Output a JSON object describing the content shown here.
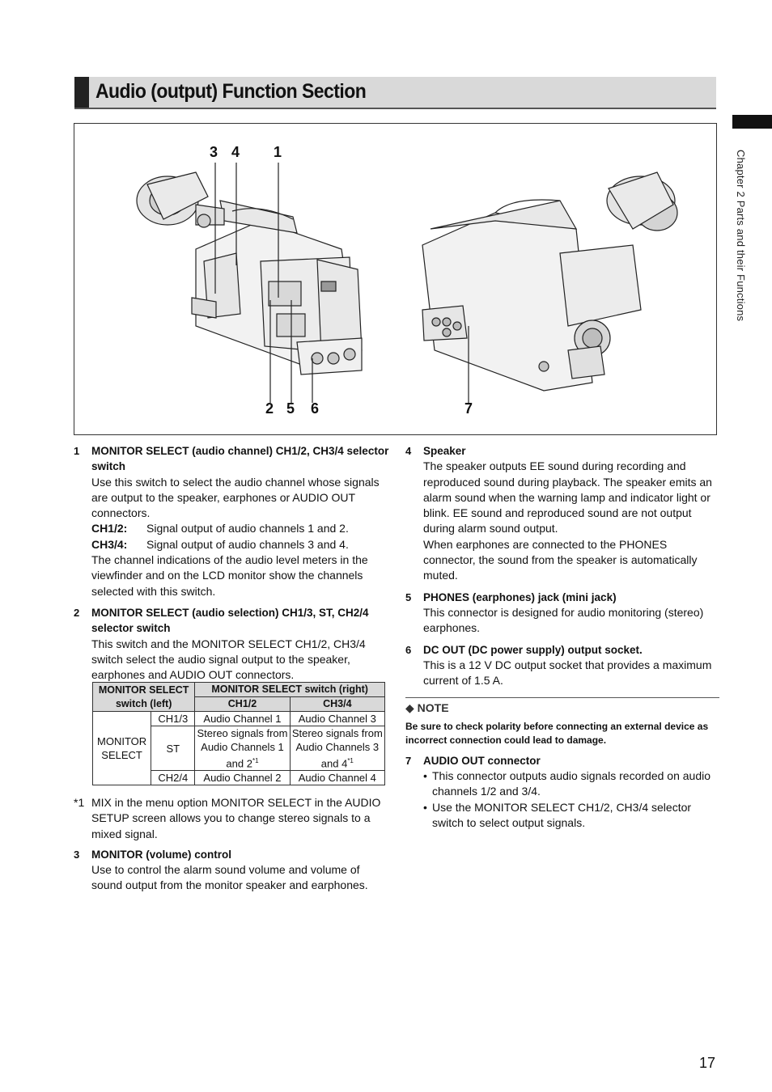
{
  "header": {
    "title": "Audio (output) Function Section"
  },
  "side": {
    "chapter": "Chapter 2  Parts and their Functions"
  },
  "figure": {
    "callouts_top": [
      "3",
      "4",
      "1"
    ],
    "callouts_bottom": [
      "2",
      "5",
      "6",
      "7"
    ]
  },
  "items": {
    "i1": {
      "num": "1",
      "head": "MONITOR SELECT (audio channel) CH1/2, CH3/4 selector switch",
      "body": "Use this switch to select the audio channel whose signals are output to the speaker, earphones or AUDIO OUT connectors.",
      "kv1_k": "CH1/2:",
      "kv1_v": "Signal output of audio channels 1 and 2.",
      "kv2_k": "CH3/4:",
      "kv2_v": "Signal output of audio channels 3 and 4.",
      "body2": "The channel indications of the audio level meters in the viewfinder and on the LCD monitor show the channels selected with this switch."
    },
    "i2": {
      "num": "2",
      "head": "MONITOR SELECT (audio selection) CH1/3, ST, CH2/4 selector switch",
      "body": "This switch and the MONITOR SELECT CH1/2, CH3/4 switch select the audio signal output to the speaker, earphones and AUDIO OUT connectors."
    },
    "i3": {
      "num": "3",
      "head": "MONITOR (volume) control",
      "body": "Use to control the alarm sound volume and volume of sound output from the monitor speaker and earphones."
    },
    "i4": {
      "num": "4",
      "head": "Speaker",
      "body": "The speaker outputs EE sound during recording and reproduced sound during playback. The speaker emits an alarm sound when the warning lamp and indicator light or blink. EE sound and reproduced sound are not output during alarm sound output.",
      "body2": "When earphones are connected to the PHONES connector, the sound from the speaker is automatically muted."
    },
    "i5": {
      "num": "5",
      "head": "PHONES (earphones) jack (mini jack)",
      "body": "This connector is designed for audio monitoring (stereo) earphones."
    },
    "i6": {
      "num": "6",
      "head": "DC OUT (DC power supply) output socket.",
      "body": "This is a 12 V DC output socket that provides a maximum current of 1.5 A."
    },
    "i7": {
      "num": "7",
      "head": "AUDIO OUT connector",
      "bullet1": "This connector outputs audio signals recorded on audio channels 1/2 and 3/4.",
      "bullet2": "Use the MONITOR SELECT CH1/2, CH3/4 selector switch to select output signals."
    }
  },
  "table": {
    "hdr_left": "MONITOR SELECT switch (left)",
    "hdr_right": "MONITOR SELECT switch (right)",
    "col_ch12": "CH1/2",
    "col_ch34": "CH3/4",
    "row_label": "MONITOR SELECT",
    "r1_label": "CH1/3",
    "r1_c1": "Audio Channel 1",
    "r1_c2": "Audio Channel 3",
    "r2_label": "ST",
    "r2_c1": "Stereo signals from Audio Channels 1 and 2",
    "r2_c2": "Stereo signals from Audio Channels 3 and 4",
    "r2_sup": "*1",
    "r3_label": "CH2/4",
    "r3_c1": "Audio Channel 2",
    "r3_c2": "Audio Channel 4"
  },
  "footnote": {
    "mark": "*1",
    "text": "MIX in the menu option MONITOR SELECT in the AUDIO SETUP screen allows you to change stereo signals to a mixed signal."
  },
  "note": {
    "label": "NOTE",
    "text": "Be sure to check polarity before connecting an external device as incorrect connection could lead to damage."
  },
  "page": {
    "number": "17"
  }
}
